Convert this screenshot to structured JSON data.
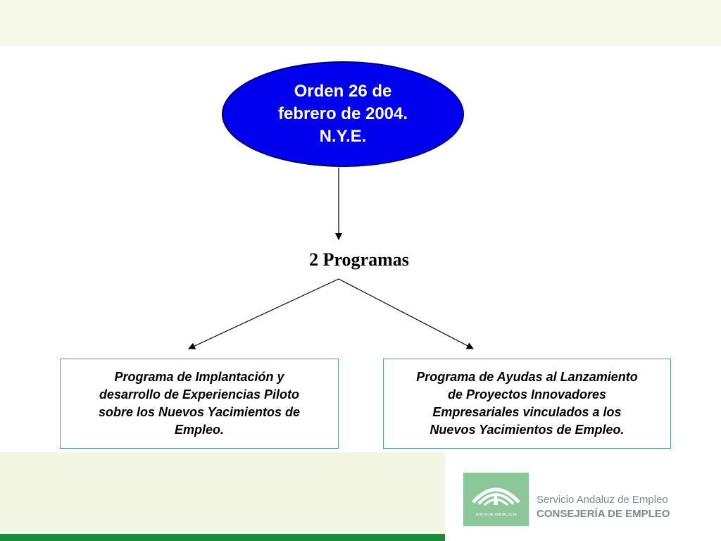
{
  "diagram": {
    "root": {
      "text": "Orden 26 de\nfebrero de 2004.\nN.Y.E."
    },
    "middle": {
      "text": "2 Programas"
    },
    "programs": [
      {
        "text": "Programa de Implantación y\ndesarrollo de Experiencias Piloto\nsobre los Nuevos Yacimientos de\nEmpleo."
      },
      {
        "text": "Programa de Ayudas al Lanzamiento\nde Proyectos Innovadores\nEmpresariales vinculados a los\nNuevos Yacimientos de Empleo."
      }
    ]
  },
  "footer": {
    "logo_caption": "JUNTA DE ANDALUCIA",
    "brand_line1": "Servicio Andaluz de Empleo",
    "brand_line2": "CONSEJERÍA DE EMPLEO"
  },
  "colors": {
    "oval_fill": "#0000ee",
    "box_border": "#5a9b86",
    "bottom_bar": "#1f8a3a",
    "logo_green": "#8cc79a"
  }
}
